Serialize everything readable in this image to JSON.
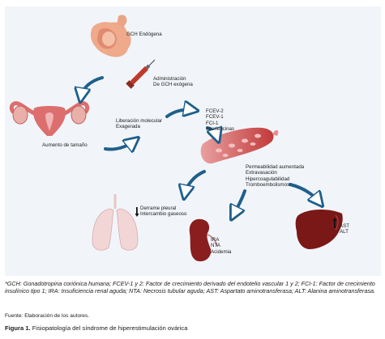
{
  "diagram": {
    "labels": {
      "gch_endogena": "GCH Endógena",
      "administracion": [
        "Administración",
        "De GCH exógena"
      ],
      "aumento": "Aumento de tamaño",
      "liberacion": [
        "Liberación molecular",
        "Exagerada"
      ],
      "factores": [
        "FCEV-2",
        "FCEV-1",
        "FCI-1",
        "Interleucinas"
      ],
      "efectos": [
        "Permeabilidad aumentada",
        "Extravasación",
        "Hipercoagulabilidad",
        "Tromboembolismos"
      ],
      "pulmon": [
        "Derrame pleural",
        "Intercambio gaseoso"
      ],
      "rinon": [
        "IRA",
        "NTA",
        "Acidemia"
      ],
      "higado": [
        "AST",
        "ALT"
      ]
    },
    "colors": {
      "panel": "#f1f5f9",
      "arrow_blue": "#1f5f8b",
      "skin": "#e8a080",
      "uterus": "#dc6e6e",
      "vessel": "#c23a3a",
      "lung": "#f2d6d6",
      "kidney": "#8a1e1e",
      "liver": "#7a1818",
      "syringe": "#c0392b"
    },
    "icons": [
      "pregnant-woman-icon",
      "syringe-icon",
      "uterus-ovaries-icon",
      "blood-vessel-icon",
      "lungs-icon",
      "kidney-icon",
      "liver-icon",
      "down-arrow-icon",
      "up-arrow-icon"
    ]
  },
  "footnotes": {
    "abbreviations": "*GCH: Gonadotropina coriónica humana; FCEV-1 y 2: Factor de crecimiento derivado del endotelio vascular 1 y 2; FCI-1: Factor de crecimiento insulínico tipo 1; IRA: Insuficiencia renal aguda; NTA: Necrosis tubular aguda; AST: Aspartato aminotransferasa; ALT: Alanina aminotransferasa.",
    "source": "Fuente: Elaboración de los autores.",
    "figure_label": "Figura 1.",
    "figure_title": "Fisiopatología del síndrome de hiperestimulación ovárica"
  }
}
